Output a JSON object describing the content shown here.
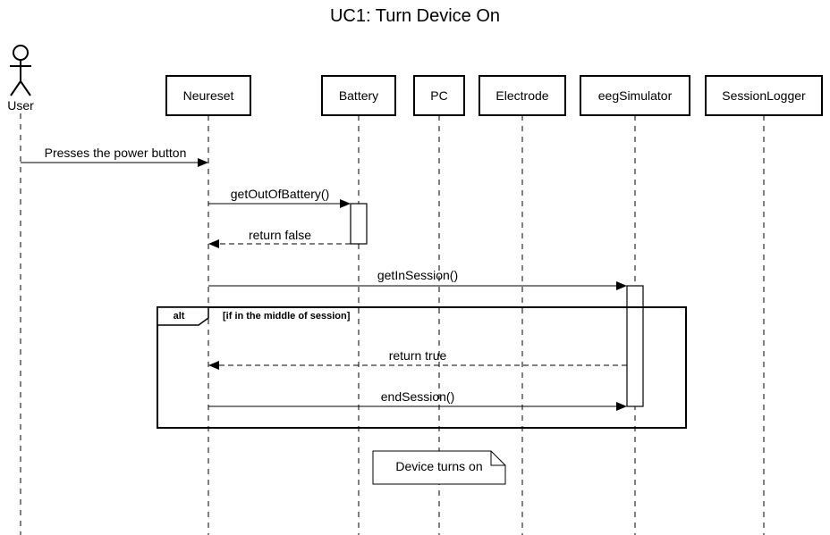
{
  "diagram": {
    "title": "UC1: Turn Device On",
    "actor": {
      "label": "User"
    },
    "participants": [
      {
        "label": "Neureset"
      },
      {
        "label": "Battery"
      },
      {
        "label": "PC"
      },
      {
        "label": "Electrode"
      },
      {
        "label": "eegSimulator"
      },
      {
        "label": "SessionLogger"
      }
    ],
    "messages": [
      {
        "label": "Presses the power button",
        "kind": "sync"
      },
      {
        "label": "getOutOfBattery()",
        "kind": "sync"
      },
      {
        "label": "return false",
        "kind": "return"
      },
      {
        "label": "getInSession()",
        "kind": "sync"
      },
      {
        "label": "return true",
        "kind": "return"
      },
      {
        "label": "endSession()",
        "kind": "sync"
      }
    ],
    "alt_frame": {
      "operator": "alt",
      "guard": "[if in the middle of session]"
    },
    "note": {
      "text": "Device turns on"
    }
  }
}
